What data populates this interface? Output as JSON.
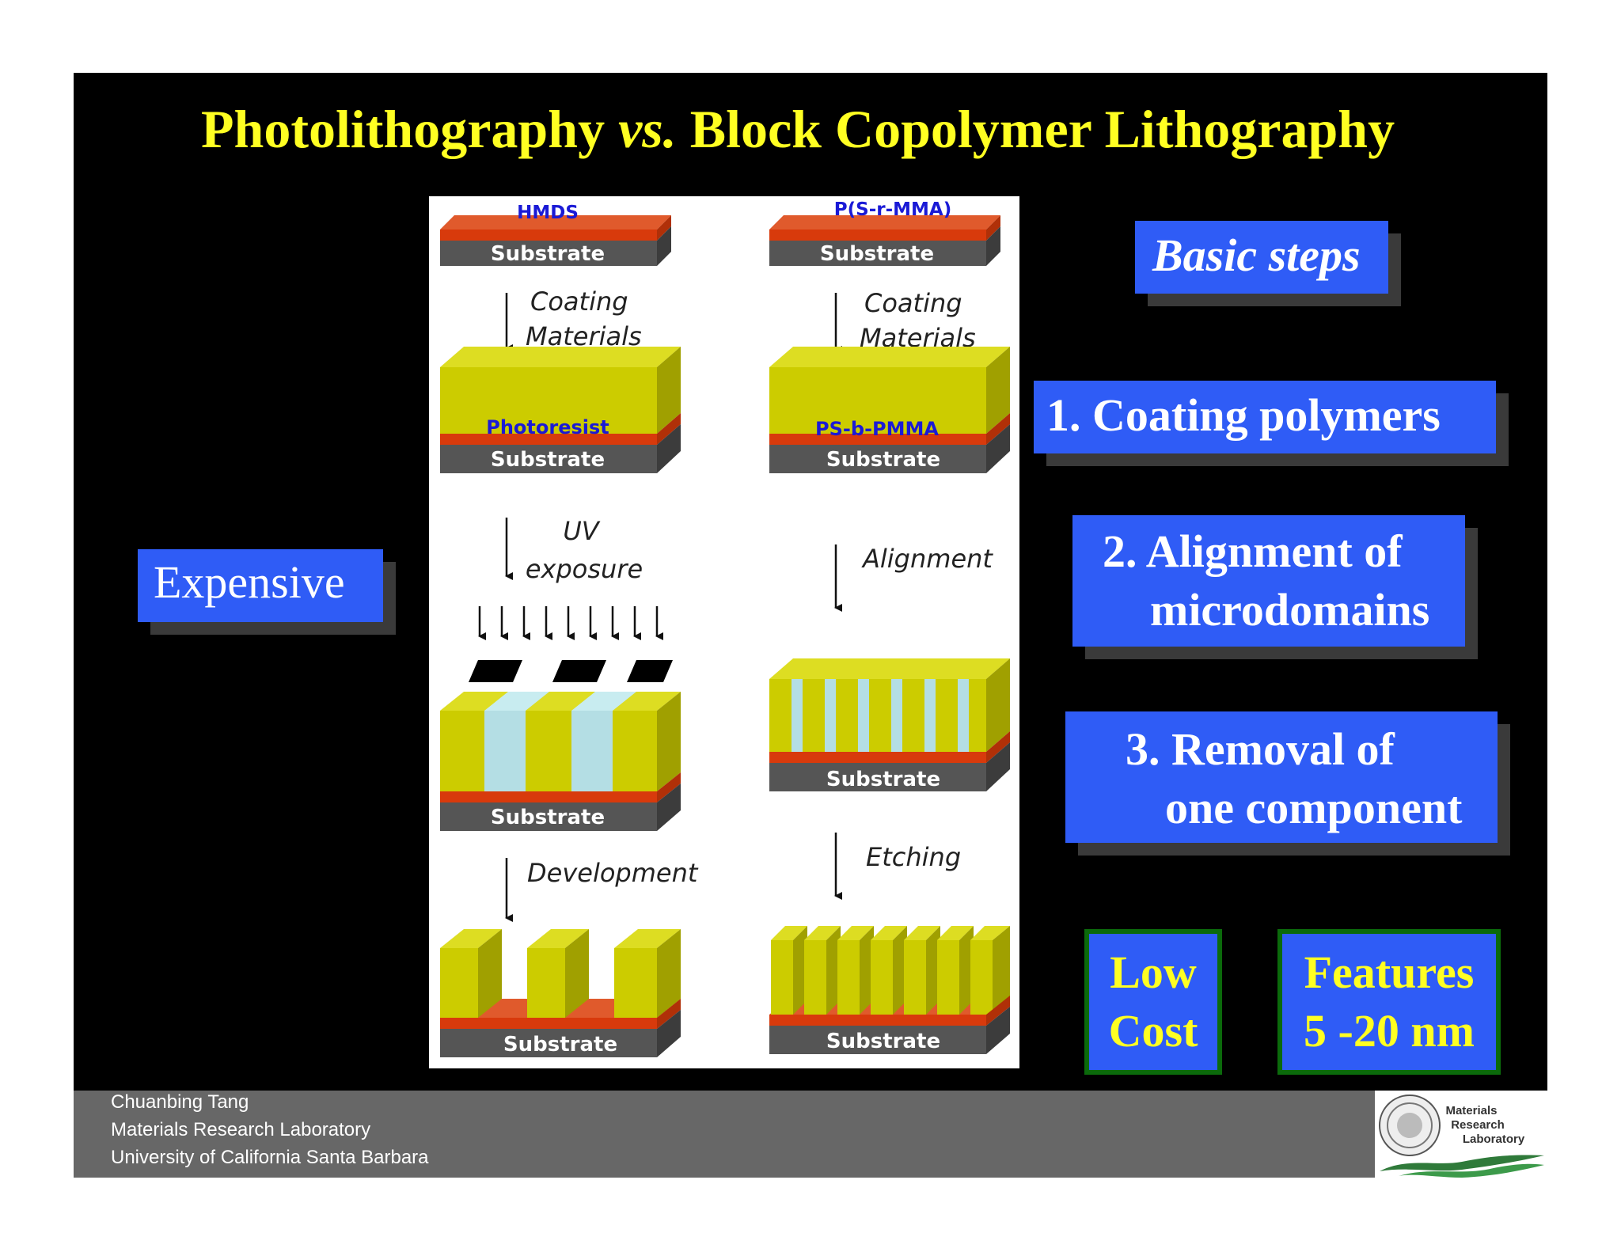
{
  "title": {
    "part1": "Photolithography ",
    "part2": "vs.",
    "part3": " Block Copolymer Lithography"
  },
  "left_badge": "Expensive",
  "steps_heading": "Basic steps",
  "steps": [
    {
      "line1": "1.  Coating polymers",
      "line2": ""
    },
    {
      "line1": "2. Alignment of",
      "line2": "microdomains"
    },
    {
      "line1": "3.  Removal of",
      "line2": "one component"
    }
  ],
  "cost_badge": {
    "line1": "Low",
    "line2": "Cost"
  },
  "features_badge": {
    "line1": "Features",
    "line2": "5 -20 nm"
  },
  "diagram": {
    "left_column": {
      "top_layer": "HMDS",
      "resist": "Photoresist",
      "substrate": "Substrate",
      "step1": {
        "line1": "Coating",
        "line2": "Materials"
      },
      "step2": {
        "line1": "UV",
        "line2": "exposure"
      },
      "step3": "Development"
    },
    "right_column": {
      "top_layer": "P(S-r-MMA)",
      "copolymer": "PS-b-PMMA",
      "substrate": "Substrate",
      "step1": {
        "line1": "Coating",
        "line2": "Materials"
      },
      "step2": "Alignment",
      "step3": "Etching"
    },
    "colors": {
      "yellow_block": "#cccc00",
      "red_layer": "#d83a0c",
      "substrate": "#555555",
      "domain_light": "#b4dee4",
      "label_blue": "#1a1ad6"
    }
  },
  "footer": {
    "author": "Chuanbing Tang",
    "lab": "Materials Research Laboratory",
    "university": "University of California Santa Barbara"
  },
  "logo": {
    "line1": "Materials",
    "line2": "Research",
    "line3": "Laboratory"
  }
}
